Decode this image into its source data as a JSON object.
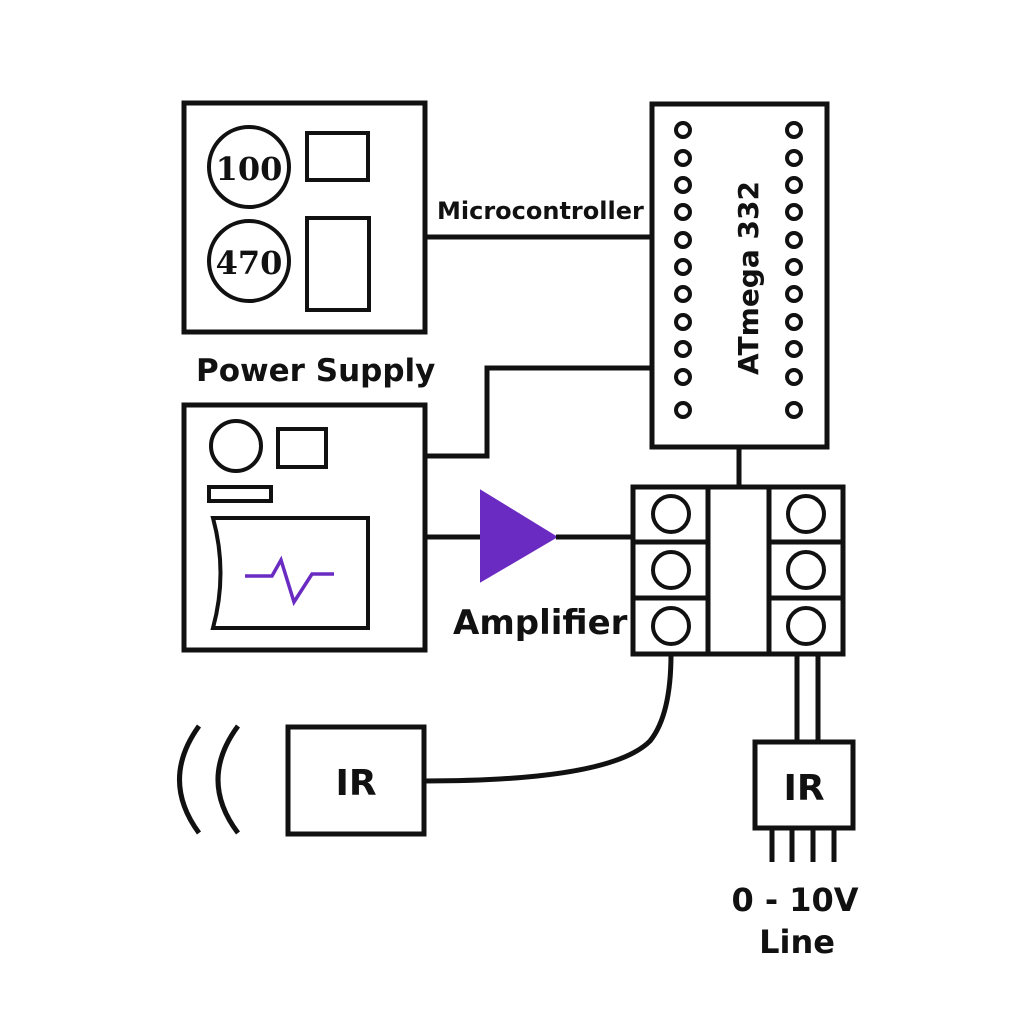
{
  "labels": {
    "power_supply": "Power Supply",
    "microcontroller": "Microcontroller",
    "chip": "ATmega 332",
    "amplifier": "Amplifier",
    "ir_left": "IR",
    "ir_right": "IR",
    "line_range": "0 - 10V",
    "line_word": "Line"
  },
  "capacitors": {
    "top": "100",
    "bottom": "470"
  },
  "colors": {
    "stroke": "#111111",
    "accent": "#6a2bc2"
  }
}
